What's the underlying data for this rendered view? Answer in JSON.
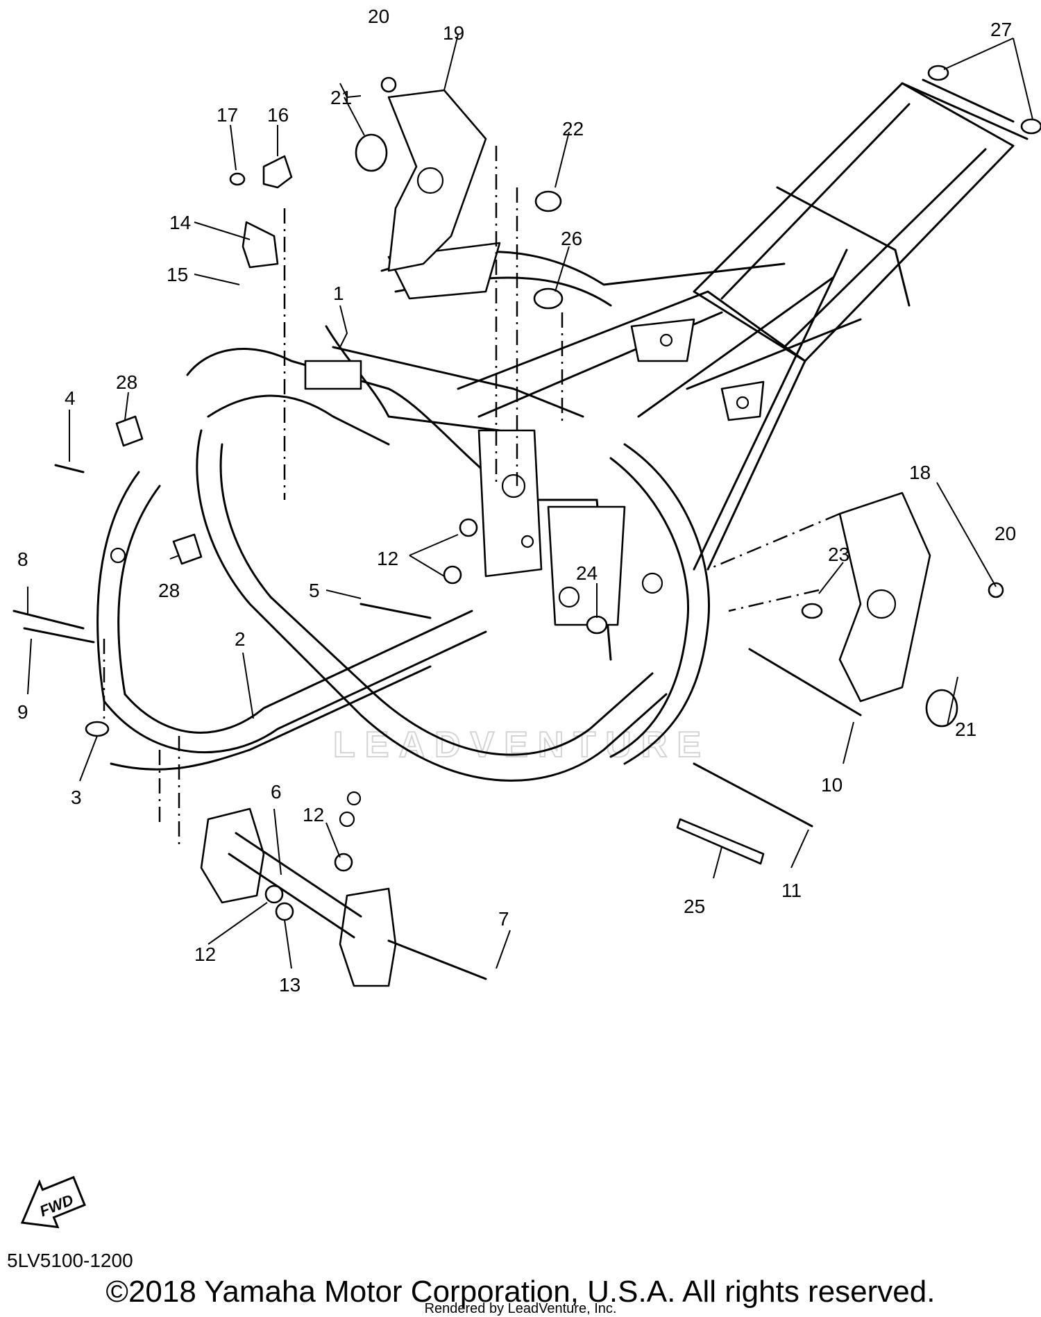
{
  "diagram": {
    "part_code": "5LV5100-1200",
    "copyright": "©2018 Yamaha Motor Corporation, U.S.A. All rights reserved.",
    "rendered_by": "Rendered by LeadVenture, Inc.",
    "watermark": "LEADVENTURE",
    "fwd_label": "FWD",
    "callouts": {
      "c1": "1",
      "c2": "2",
      "c3": "3",
      "c4": "4",
      "c5": "5",
      "c6": "6",
      "c7": "7",
      "c8": "8",
      "c9": "9",
      "c10": "10",
      "c11": "11",
      "c12a": "12",
      "c12b": "12",
      "c12c": "12",
      "c12d": "12",
      "c13": "13",
      "c14": "14",
      "c15": "15",
      "c16": "16",
      "c17": "17",
      "c18": "18",
      "c19": "19",
      "c20a": "20",
      "c20b": "20",
      "c21a": "21",
      "c21b": "21",
      "c22": "22",
      "c23": "23",
      "c24": "24",
      "c25": "25",
      "c26": "26",
      "c27": "27",
      "c28a": "28",
      "c28b": "28"
    }
  }
}
